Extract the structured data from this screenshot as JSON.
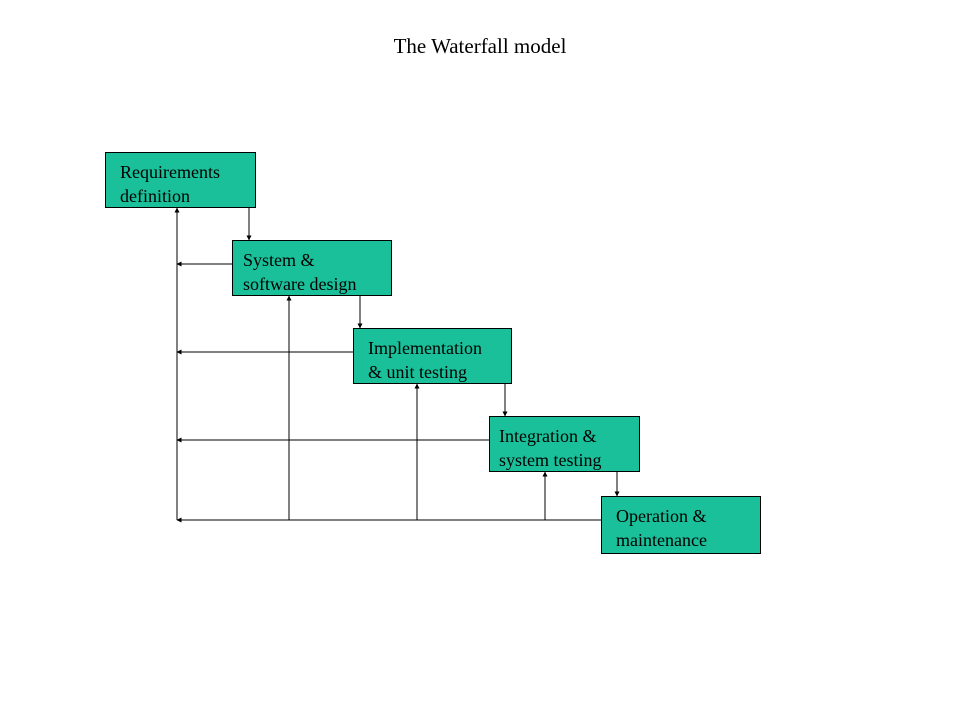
{
  "title": "The Waterfall model",
  "colors": {
    "box_fill": "#1ac09a",
    "line": "#000000"
  },
  "stages": [
    {
      "line1": "Requirements",
      "line2": "definition"
    },
    {
      "line1": "System &",
      "line2": "software design"
    },
    {
      "line1": "Implementation",
      "line2": "& unit testing"
    },
    {
      "line1": "Integration &",
      "line2": "system testing"
    },
    {
      "line1": "Operation &",
      "line2": "maintenance"
    }
  ]
}
